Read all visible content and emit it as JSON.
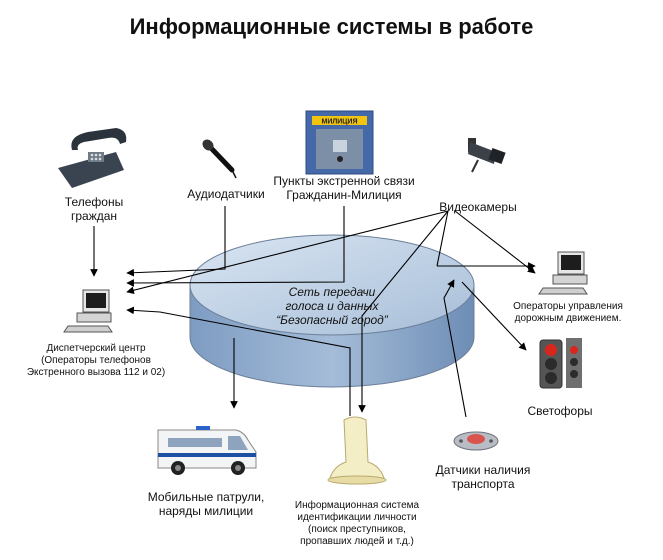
{
  "title": "Информационные системы в работе",
  "center": {
    "line1": "Сеть передачи",
    "line2": "голоса и данных",
    "line3": "“Безопасный город”"
  },
  "nodes": {
    "phones": {
      "line1": "Телефоны",
      "line2": "граждан",
      "icon": "telephone-icon"
    },
    "audio": {
      "line1": "Аудиодатчики",
      "icon": "microphone-icon"
    },
    "emergency": {
      "line1": "Пункты экстренной связи",
      "line2": "Гражданин-Милиция",
      "sign": "МИЛИЦИЯ",
      "icon": "emergency-call-point-icon"
    },
    "cameras": {
      "line1": "Видеокамеры",
      "icon": "video-camera-icon"
    },
    "dispatch": {
      "line1": "Диспетчерский центр",
      "line2": "(Операторы телефонов",
      "line3": "Экстренного вызова 112 и 02)",
      "icon": "computer-icon"
    },
    "traffic_ops": {
      "line1": "Операторы управления",
      "line2": "дорожным движением.",
      "icon": "computer-icon"
    },
    "lights": {
      "line1": "Светофоры",
      "icon": "traffic-light-icon"
    },
    "patrols": {
      "line1": "Мобильные патрули,",
      "line2": "наряды милиции",
      "icon": "police-van-icon"
    },
    "identification": {
      "line1": "Информационная система",
      "line2": "идентификации личности",
      "line3": "(поиск преступников,",
      "line4": "пропавших людей и т.д.)",
      "icon": "fingerprint-scanner-icon"
    },
    "sensors": {
      "line1": "Датчики наличия",
      "line2": "транспорта",
      "icon": "vehicle-sensor-icon"
    }
  }
}
